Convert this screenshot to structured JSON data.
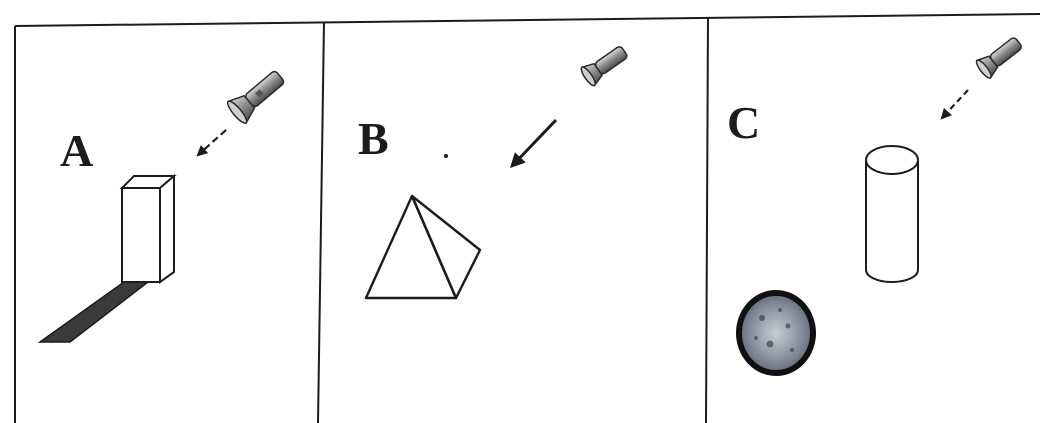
{
  "panels": [
    {
      "label": "A"
    },
    {
      "label": "B"
    },
    {
      "label": "C"
    }
  ],
  "colors": {
    "paper": "#ffffff",
    "ink": "#1c1c1c",
    "shadow": "#3a3a3a",
    "torch_body": "#8a8a8a"
  }
}
